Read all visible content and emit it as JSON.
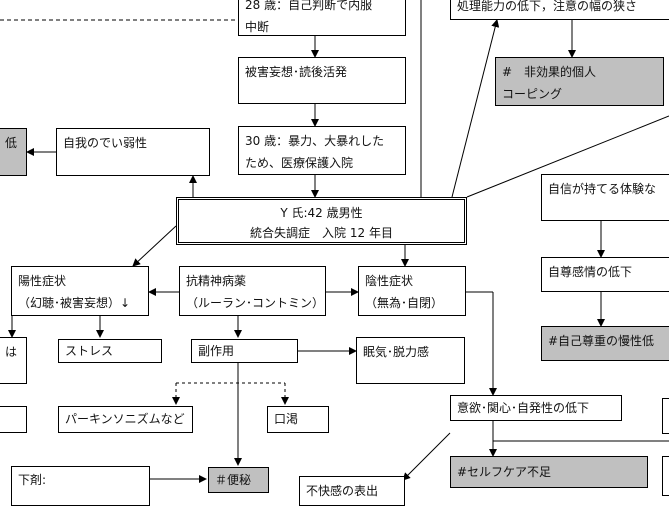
{
  "diagram": {
    "nodes": [
      {
        "id": "n-nikkei",
        "lines": [
          "28 歳：自己判断で内服",
          "中断"
        ],
        "gray": false
      },
      {
        "id": "n-higai",
        "lines": [
          "被害妄想･読後活発"
        ],
        "gray": false
      },
      {
        "id": "n-30sai",
        "lines": [
          "30 歳：暴力、大暴れした",
          "ため、医療保護入院"
        ],
        "gray": false
      },
      {
        "id": "n-jiga",
        "lines": [
          "自我のでい弱性"
        ],
        "gray": false
      },
      {
        "id": "n-tei",
        "lines": [
          "低"
        ],
        "gray": true
      },
      {
        "id": "n-center",
        "lines": [
          "Y 氏:42 歳男性",
          "統合失調症　入院 12 年目"
        ],
        "gray": false
      },
      {
        "id": "n-shori",
        "lines": [
          "処理能力の低下，注意の幅の狭さ"
        ],
        "gray": false
      },
      {
        "id": "n-hikouka",
        "lines": [
          "#　非効果的個人",
          "コーピング"
        ],
        "gray": true
      },
      {
        "id": "n-jishin",
        "lines": [
          "自信が持てる体験な"
        ],
        "gray": false
      },
      {
        "id": "n-jison",
        "lines": [
          "自尊感情の低下"
        ],
        "gray": false
      },
      {
        "id": "n-jison2",
        "lines": [
          "#自己尊重の慢性低"
        ],
        "gray": true
      },
      {
        "id": "n-yousei",
        "lines": [
          "陽性症状",
          "（幻聴･被害妄想）↓"
        ],
        "gray": false
      },
      {
        "id": "n-kouseishin",
        "lines": [
          "抗精神病薬",
          "（ルーラン･コントミン）↓"
        ],
        "gray": false
      },
      {
        "id": "n-insei",
        "lines": [
          "陰性症状",
          "（無為･自閉）"
        ],
        "gray": false
      },
      {
        "id": "n-ha",
        "lines": [
          "は"
        ],
        "gray": false
      },
      {
        "id": "n-stress",
        "lines": [
          "ストレス"
        ],
        "gray": false
      },
      {
        "id": "n-fukusayou",
        "lines": [
          "副作用"
        ],
        "gray": false
      },
      {
        "id": "n-minki",
        "lines": [
          "眠気･脱力感"
        ],
        "gray": false
      },
      {
        "id": "n-iyoku",
        "lines": [
          "意欲･関心･自発性の低下"
        ],
        "gray": false
      },
      {
        "id": "n-leftbox",
        "lines": [
          ""
        ],
        "gray": false
      },
      {
        "id": "n-parkinson",
        "lines": [
          "パーキンソニズムなど"
        ],
        "gray": false
      },
      {
        "id": "n-kokatsu",
        "lines": [
          "口渇"
        ],
        "gray": false
      },
      {
        "id": "n-rightbox",
        "lines": [
          ""
        ],
        "gray": false
      },
      {
        "id": "n-geri",
        "lines": [
          "下剤:"
        ],
        "gray": false
      },
      {
        "id": "n-benpi",
        "lines": [
          "＃便秘"
        ],
        "gray": true
      },
      {
        "id": "n-selfcare",
        "lines": [
          "#セルフケア不足"
        ],
        "gray": true
      },
      {
        "id": "n-fukai",
        "lines": [
          "不快感の表出"
        ],
        "gray": false
      },
      {
        "id": "n-rightbox2",
        "lines": [
          ""
        ],
        "gray": false
      }
    ]
  }
}
